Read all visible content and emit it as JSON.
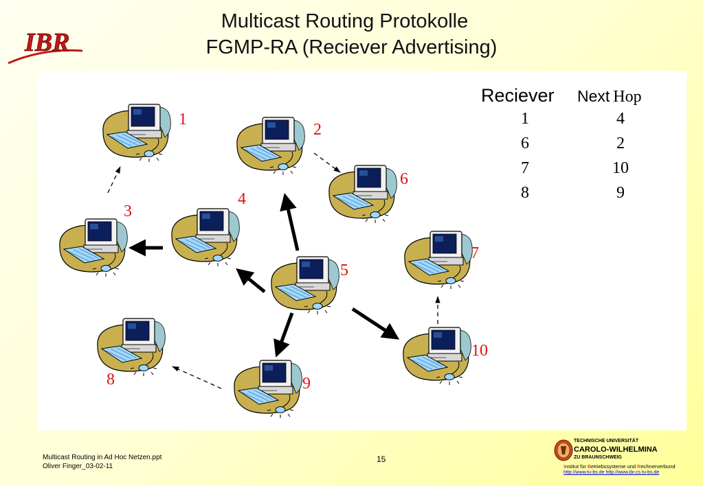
{
  "title": {
    "line1": "Multicast Routing Protokolle",
    "line2": "FGMP-RA (Reciever Advertising)"
  },
  "logo": {
    "text": "IBR"
  },
  "diagram": {
    "nodes": [
      {
        "id": "1",
        "label": "1"
      },
      {
        "id": "2",
        "label": "2"
      },
      {
        "id": "3",
        "label": "3"
      },
      {
        "id": "4",
        "label": "4"
      },
      {
        "id": "5",
        "label": "5"
      },
      {
        "id": "6",
        "label": "6"
      },
      {
        "id": "7",
        "label": "7"
      },
      {
        "id": "8",
        "label": "8"
      },
      {
        "id": "9",
        "label": "9"
      },
      {
        "id": "10",
        "label": "10"
      }
    ],
    "edges": [
      {
        "from": "5",
        "to": "2",
        "style": "solid"
      },
      {
        "from": "5",
        "to": "4",
        "style": "solid"
      },
      {
        "from": "5",
        "to": "9",
        "style": "solid"
      },
      {
        "from": "5",
        "to": "10",
        "style": "solid"
      },
      {
        "from": "4",
        "to": "3",
        "style": "solid"
      },
      {
        "from": "3",
        "to": "1",
        "style": "dashed"
      },
      {
        "from": "2",
        "to": "6",
        "style": "dashed"
      },
      {
        "from": "10",
        "to": "7",
        "style": "dashed"
      },
      {
        "from": "9",
        "to": "8",
        "style": "dashed"
      }
    ]
  },
  "routing_table": {
    "header_receiver": "Reciever",
    "header_next": "Next",
    "header_hop": "Hop",
    "rows": [
      {
        "receiver": "1",
        "next_hop": "4"
      },
      {
        "receiver": "6",
        "next_hop": "2"
      },
      {
        "receiver": "7",
        "next_hop": "10"
      },
      {
        "receiver": "8",
        "next_hop": "9"
      }
    ]
  },
  "footer": {
    "filename": "Multicast Routing in Ad Hoc Netzen.ppt",
    "author": "Oliver Finger_03-02-11",
    "page": "15"
  },
  "university": {
    "line1": "TECHNISCHE UNIVERSITÄT",
    "line2": "CAROLO-WILHELMINA",
    "line3": "ZU BRAUNSCHWEIG",
    "institute_i": "I",
    "institute_a": "nstitut für ",
    "institute_b": "B",
    "institute_c": "etriebssysteme und ",
    "institute_r": "R",
    "institute_d": "echnerverbund",
    "link1": "http://www.tu-bs.de",
    "link_sep": " ",
    "link2": "http://www.ibr.cs.tu-bs.de"
  },
  "colors": {
    "label_red": "#e01010",
    "computer_blob": "#c8b050",
    "computer_shadow": "#9ec8d0",
    "keyboard": "#9fd8ff"
  }
}
